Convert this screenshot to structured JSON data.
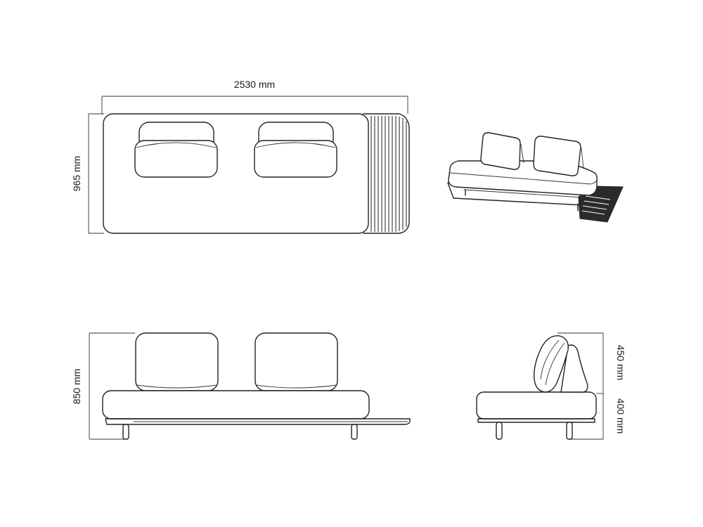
{
  "dimensions": {
    "width": "2530 mm",
    "depth": "965 mm",
    "height": "850 mm",
    "back_height": "450 mm",
    "seat_height": "400 mm"
  },
  "colors": {
    "line": "#222222",
    "background": "#ffffff"
  }
}
